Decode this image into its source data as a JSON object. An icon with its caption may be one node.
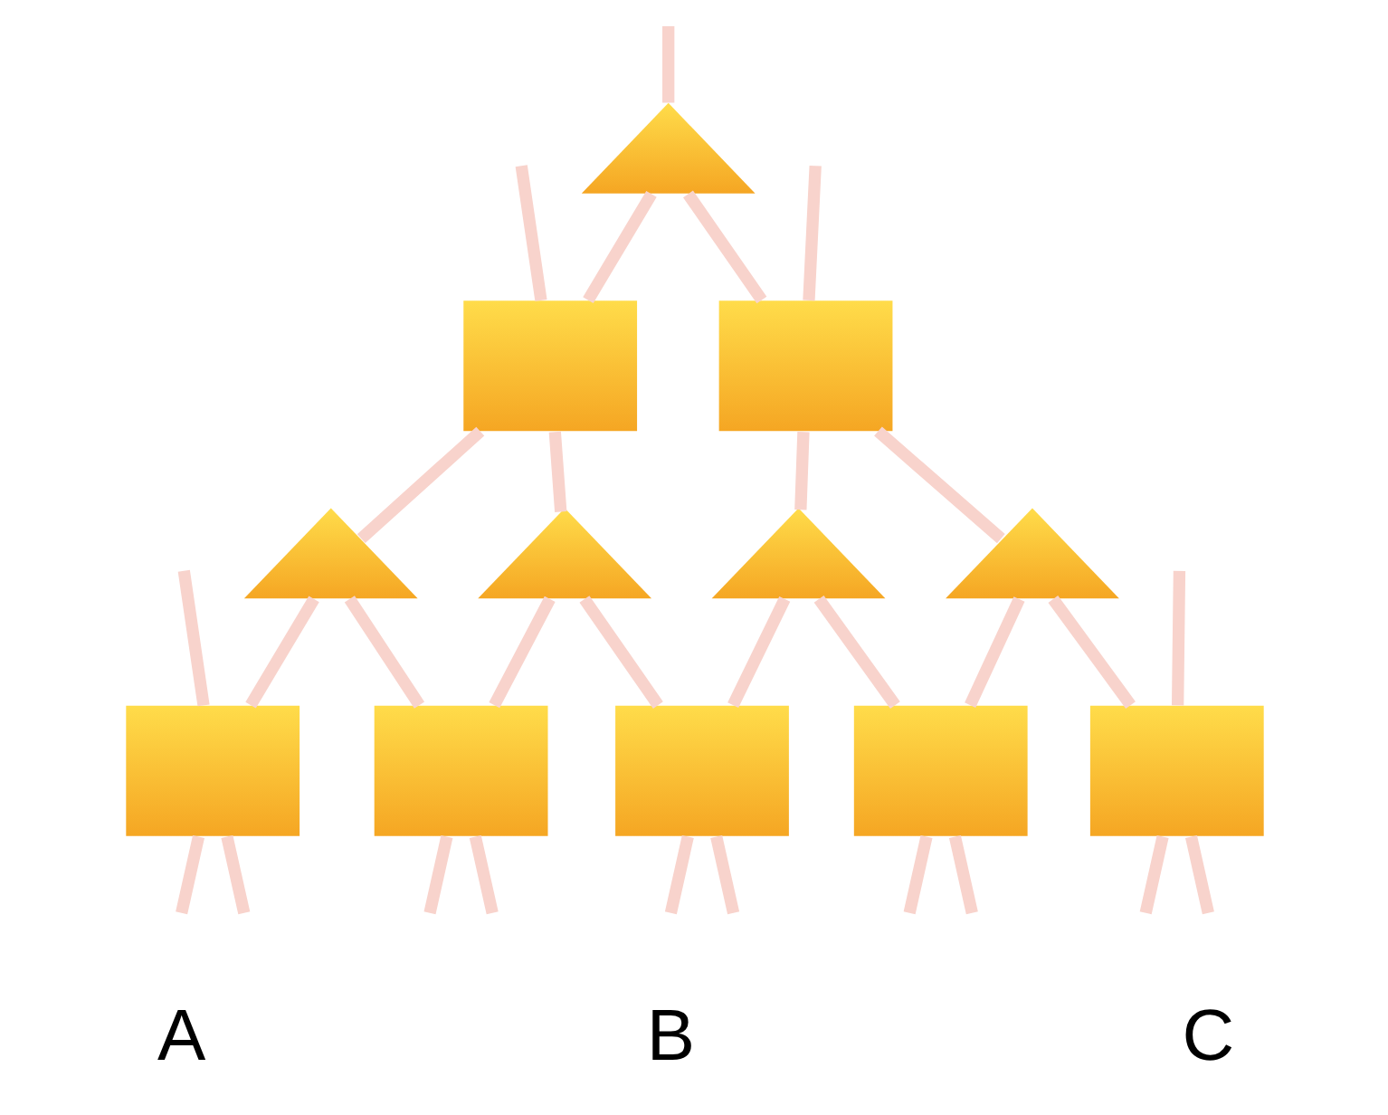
{
  "diagram": {
    "nodes": [
      {
        "text": [],
        "shape": "triangle"
      },
      {
        "text": [],
        "shape": "box"
      },
      {
        "text": [],
        "shape": "box"
      },
      {
        "text": [],
        "shape": "triangle"
      },
      {
        "text": [],
        "shape": "triangle"
      },
      {
        "text": [],
        "shape": "triangle"
      },
      {
        "text": [],
        "shape": "triangle"
      },
      {
        "text": [],
        "shape": "box"
      },
      {
        "text": [],
        "shape": "box"
      },
      {
        "text": [],
        "shape": "box"
      },
      {
        "text": [],
        "shape": "box"
      },
      {
        "text": [],
        "shape": "box"
      }
    ],
    "edges": [
      {
        "from": null,
        "to": 0,
        "arrow": "none"
      },
      {
        "from": null,
        "to": 1,
        "arrow": "none"
      },
      {
        "from": 0,
        "to": 1,
        "arrow": "none"
      },
      {
        "from": 0,
        "to": 2,
        "arrow": "none"
      },
      {
        "from": null,
        "to": 2,
        "arrow": "none"
      },
      {
        "from": 1,
        "to": 3,
        "arrow": "none"
      },
      {
        "from": 1,
        "to": 4,
        "arrow": "none"
      },
      {
        "from": 2,
        "to": 5,
        "arrow": "none"
      },
      {
        "from": 2,
        "to": 6,
        "arrow": "none"
      },
      {
        "from": null,
        "to": 7,
        "arrow": "none"
      },
      {
        "from": 3,
        "to": 7,
        "arrow": "none"
      },
      {
        "from": 3,
        "to": 8,
        "arrow": "none"
      },
      {
        "from": 4,
        "to": 8,
        "arrow": "none"
      },
      {
        "from": 4,
        "to": 9,
        "arrow": "none"
      },
      {
        "from": 5,
        "to": 9,
        "arrow": "none"
      },
      {
        "from": 5,
        "to": 10,
        "arrow": "none"
      },
      {
        "from": 6,
        "to": 10,
        "arrow": "none"
      },
      {
        "from": 6,
        "to": 11,
        "arrow": "none"
      },
      {
        "from": null,
        "to": 11,
        "arrow": "none"
      },
      {
        "from": 7,
        "to": null,
        "arrow": "none"
      },
      {
        "from": 7,
        "to": null,
        "arrow": "none"
      },
      {
        "from": 8,
        "to": null,
        "arrow": "none"
      },
      {
        "from": 8,
        "to": null,
        "arrow": "none"
      },
      {
        "from": 9,
        "to": null,
        "arrow": "none"
      },
      {
        "from": 9,
        "to": null,
        "arrow": "none"
      },
      {
        "from": 10,
        "to": null,
        "arrow": "none"
      },
      {
        "from": 10,
        "to": null,
        "arrow": "none"
      },
      {
        "from": 11,
        "to": null,
        "arrow": "none"
      },
      {
        "from": 11,
        "to": null,
        "arrow": "none"
      }
    ],
    "labels": [
      "A",
      "B",
      "C"
    ]
  }
}
